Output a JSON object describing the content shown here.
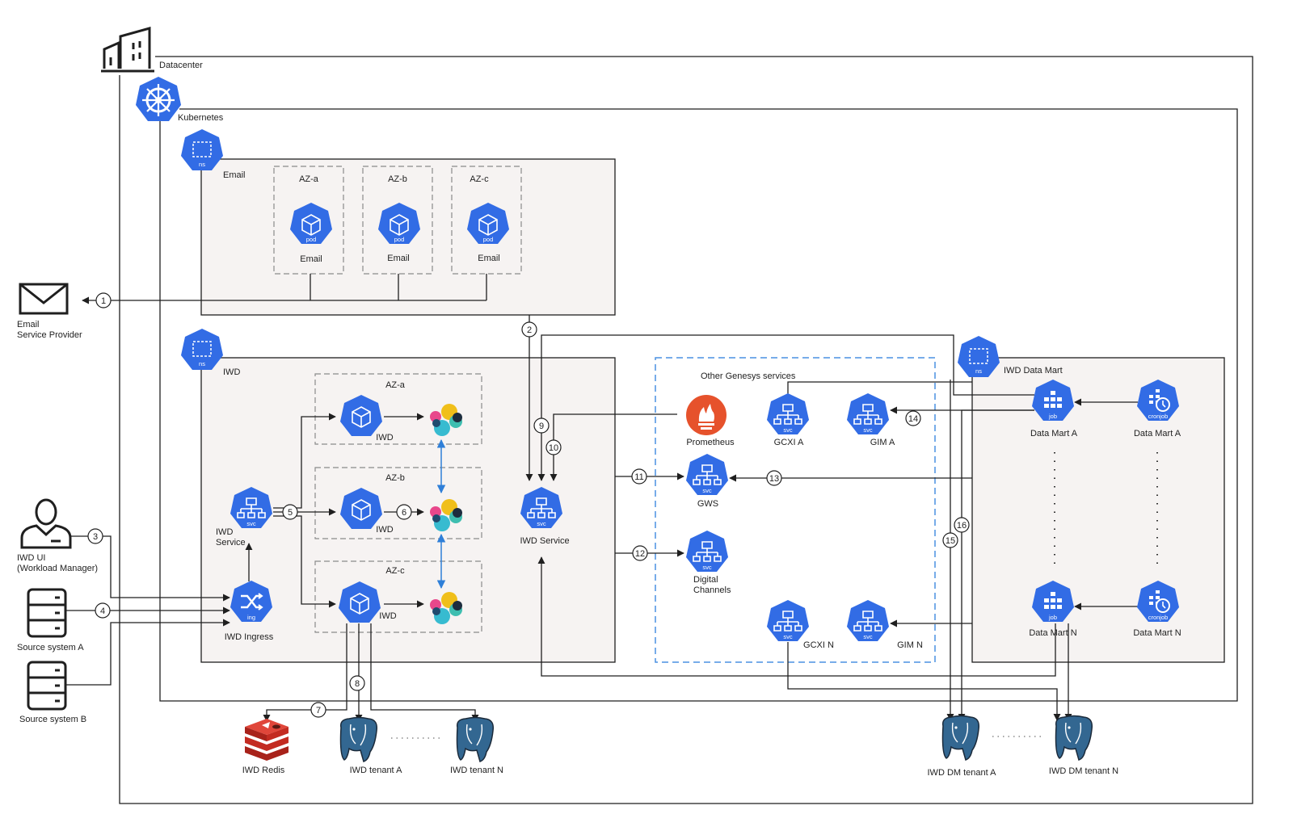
{
  "colors": {
    "k8s_blue": "#326ce5",
    "line": "#1f1f1f",
    "az_border": "#8a8a8a",
    "genesys_border": "#4a90e2",
    "box_fill": "#f6f3f2",
    "prometheus": "#e6522c",
    "redis": "#d82c20",
    "postgres": "#336791",
    "replication_arrow": "#2f7fd8"
  },
  "labels": {
    "datacenter": "Datacenter",
    "kubernetes": "Kubernetes",
    "email_ns": "Email",
    "iwd_ns": "IWD",
    "data_mart_ns": "IWD Data Mart",
    "other_genesys": "Other Genesys services",
    "az_a": "AZ-a",
    "az_b": "AZ-b",
    "az_c": "AZ-c"
  },
  "badges": {
    "ns": "ns",
    "pod": "pod",
    "svc": "svc",
    "ing": "ing",
    "job": "job",
    "cronjob": "cronjob"
  },
  "external": {
    "email_provider_line1": "Email",
    "email_provider_line2": "Service Provider",
    "iwd_ui_line1": "IWD UI",
    "iwd_ui_line2": "(Workload Manager)",
    "source_a": "Source system A",
    "source_b": "Source system B"
  },
  "email_pods": {
    "a": "Email",
    "b": "Email",
    "c": "Email"
  },
  "iwd_components": {
    "service_line1": "IWD",
    "service_line2": "Service",
    "ingress": "IWD Ingress",
    "pod_a": "IWD",
    "pod_b": "IWD",
    "pod_c": "IWD",
    "central_service": "IWD Service"
  },
  "genesys": {
    "prometheus": "Prometheus",
    "gcxi_a": "GCXI A",
    "gim_a": "GIM A",
    "gws": "GWS",
    "digital_line1": "Digital",
    "digital_line2": "Channels",
    "gcxi_n": "GCXI N",
    "gim_n": "GIM N"
  },
  "data_mart": {
    "job_a": "Data Mart A",
    "cron_a": "Data Mart A",
    "job_n": "Data Mart N",
    "cron_n": "Data Mart N"
  },
  "storage": {
    "redis": "IWD Redis",
    "tenant_a": "IWD tenant A",
    "tenant_n": "IWD tenant N",
    "dm_tenant_a": "IWD DM tenant A",
    "dm_tenant_n": "IWD DM tenant N"
  },
  "flow_numbers": {
    "n1": "1",
    "n2": "2",
    "n3": "3",
    "n4": "4",
    "n5": "5",
    "n6": "6",
    "n7": "7",
    "n8": "8",
    "n9": "9",
    "n10": "10",
    "n11": "11",
    "n12": "12",
    "n13": "13",
    "n14": "14",
    "n15": "15",
    "n16": "16"
  }
}
